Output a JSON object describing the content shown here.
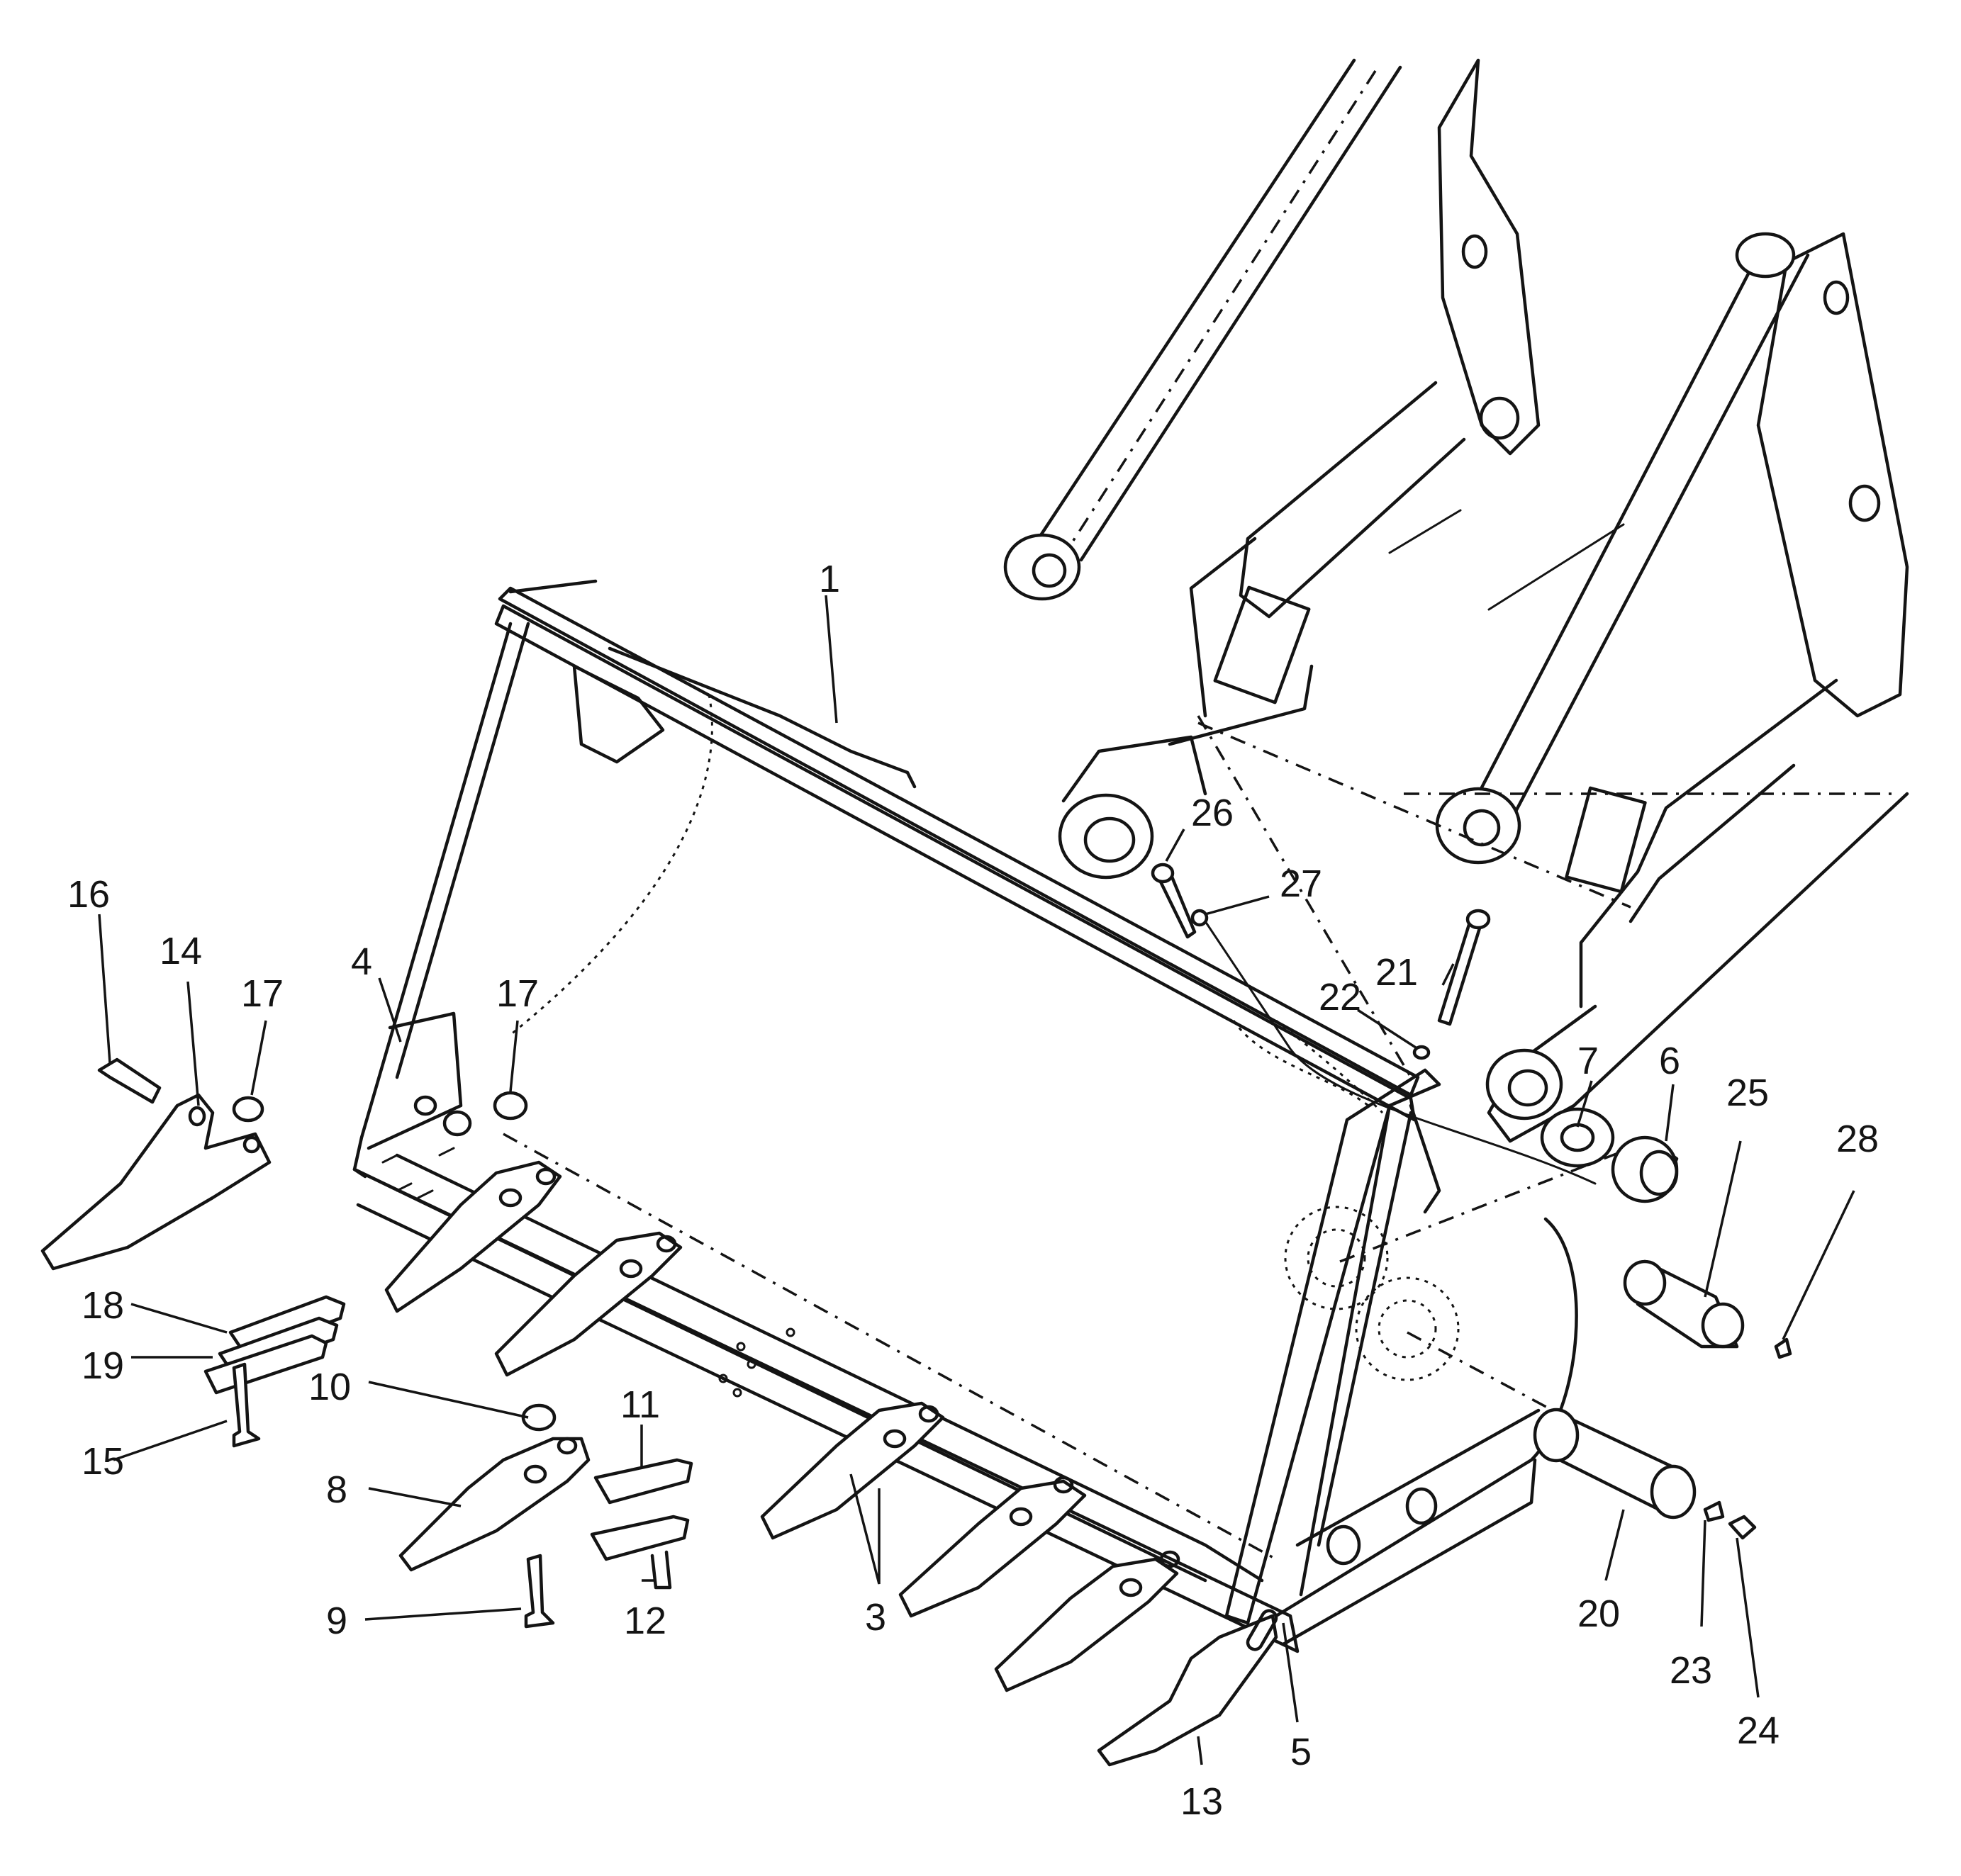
{
  "diagram": {
    "type": "exploded parts diagram",
    "subject": "wheel loader bucket with teeth, adapters and mounting pins",
    "line_color": "#141414",
    "background": "#ffffff"
  },
  "callouts": [
    {
      "id": "c1",
      "label": "1"
    },
    {
      "id": "c3",
      "label": "3"
    },
    {
      "id": "c4",
      "label": "4"
    },
    {
      "id": "c5",
      "label": "5"
    },
    {
      "id": "c6",
      "label": "6"
    },
    {
      "id": "c7",
      "label": "7"
    },
    {
      "id": "c8",
      "label": "8"
    },
    {
      "id": "c9",
      "label": "9"
    },
    {
      "id": "c10",
      "label": "10"
    },
    {
      "id": "c11",
      "label": "11"
    },
    {
      "id": "c12",
      "label": "12"
    },
    {
      "id": "c13",
      "label": "13"
    },
    {
      "id": "c14",
      "label": "14"
    },
    {
      "id": "c15",
      "label": "15"
    },
    {
      "id": "c16",
      "label": "16"
    },
    {
      "id": "c17a",
      "label": "17"
    },
    {
      "id": "c17b",
      "label": "17"
    },
    {
      "id": "c18",
      "label": "18"
    },
    {
      "id": "c19",
      "label": "19"
    },
    {
      "id": "c20",
      "label": "20"
    },
    {
      "id": "c21",
      "label": "21"
    },
    {
      "id": "c22",
      "label": "22"
    },
    {
      "id": "c23",
      "label": "23"
    },
    {
      "id": "c24",
      "label": "24"
    },
    {
      "id": "c25",
      "label": "25"
    },
    {
      "id": "c26",
      "label": "26"
    },
    {
      "id": "c27",
      "label": "27"
    },
    {
      "id": "c28",
      "label": "28"
    }
  ]
}
